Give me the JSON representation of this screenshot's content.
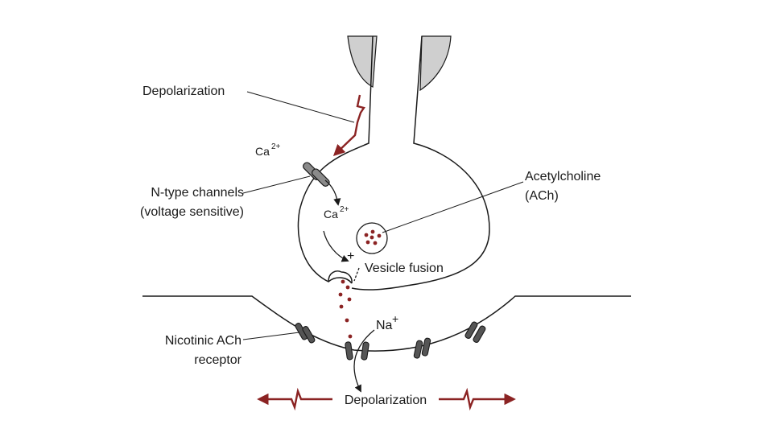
{
  "labels": {
    "depolarization_top": "Depolarization",
    "ca_outside": "Ca",
    "ca_outside_sup": "2+",
    "ntype_line1": "N-type channels",
    "ntype_line2": "(voltage sensitive)",
    "ca_inside": "Ca",
    "ca_inside_sup": "2+",
    "ach_line1": "Acetylcholine",
    "ach_line2": "(ACh)",
    "plus_sign": "+",
    "vesicle_fusion": "Vesicle fusion",
    "nicotinic_line1": "Nicotinic ACh",
    "nicotinic_line2": "receptor",
    "na": "Na",
    "na_sup": "+",
    "depolarization_bottom": "Depolarization"
  },
  "colors": {
    "line": "#1a1a1a",
    "membrane_fill": "#cfcfcf",
    "channel_fill": "#8a8a8a",
    "receptor_fill": "#555555",
    "accent_red": "#8b2323"
  }
}
